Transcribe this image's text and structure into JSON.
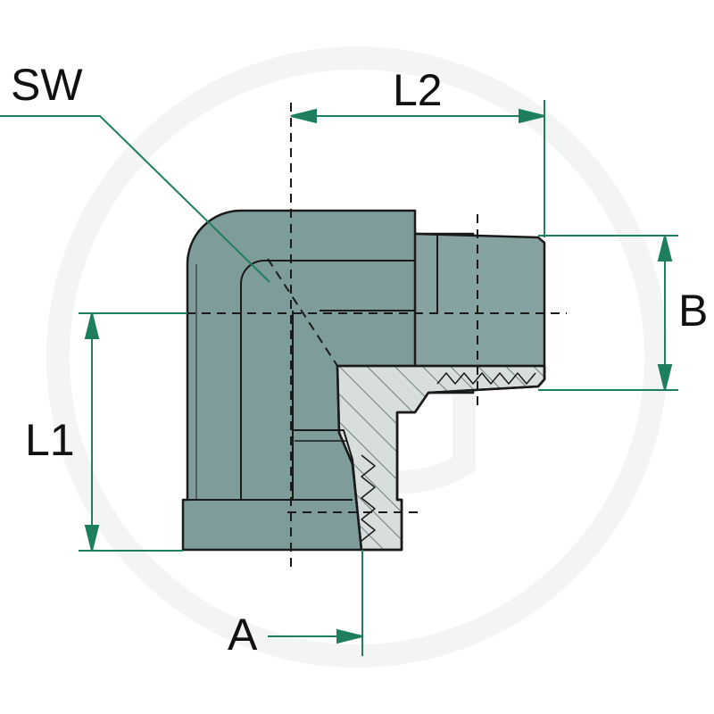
{
  "labels": {
    "sw": "SW",
    "l2": "L2",
    "b": "B",
    "l1": "L1",
    "a": "A"
  },
  "colors": {
    "body_fill": "#7e9c9a",
    "body_light": "#8aa8a5",
    "outline": "#1a1a1a",
    "dimension": "#1e7f5e",
    "section_fill": "#d8dede",
    "hatch": "#6b7d7c",
    "watermark": "#f3f4f4"
  }
}
